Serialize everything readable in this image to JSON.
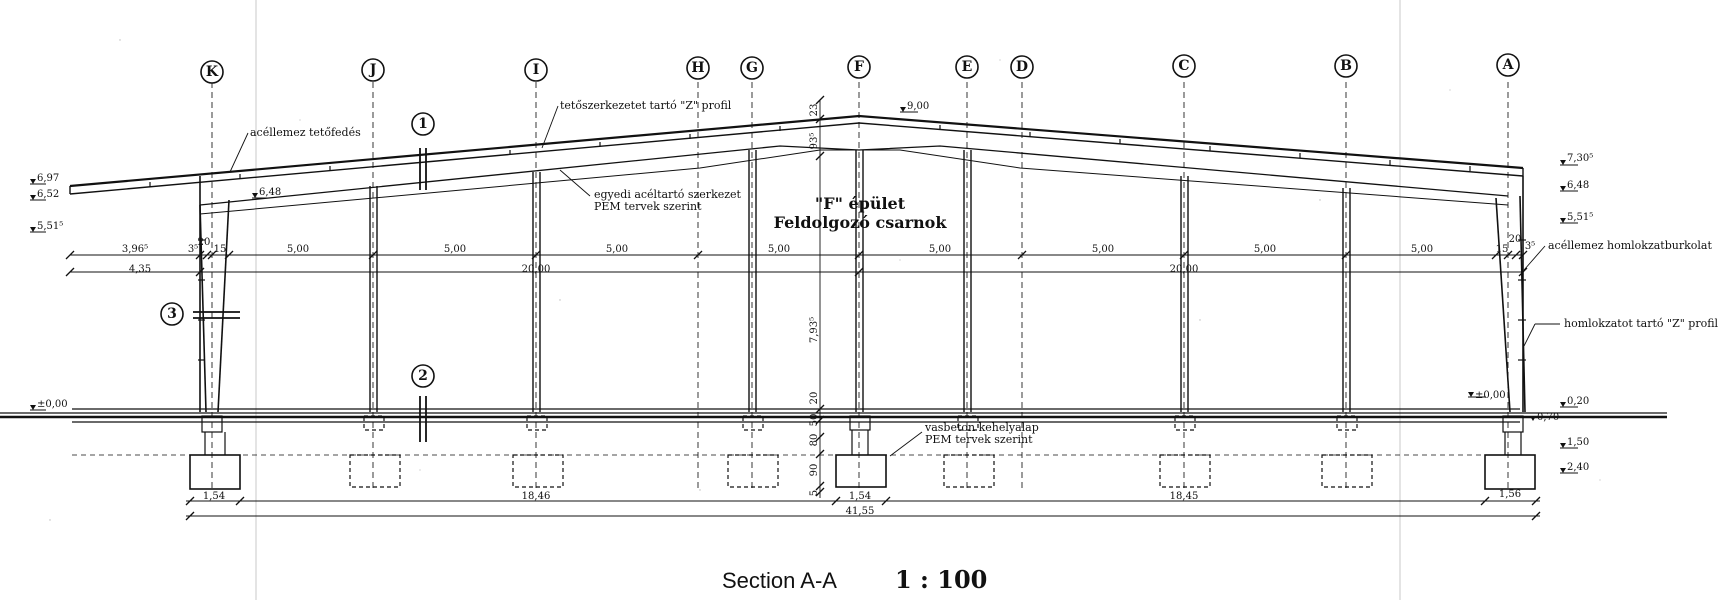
{
  "axes": [
    {
      "label": "K"
    },
    {
      "label": "J"
    },
    {
      "label": "I"
    },
    {
      "label": "H"
    },
    {
      "label": "G"
    },
    {
      "label": "F"
    },
    {
      "label": "E"
    },
    {
      "label": "D"
    },
    {
      "label": "C"
    },
    {
      "label": "B"
    },
    {
      "label": "A"
    }
  ],
  "details": [
    {
      "label": "1"
    },
    {
      "label": "2"
    },
    {
      "label": "3"
    }
  ],
  "building": {
    "name": "\"F\" épület",
    "subtitle": "Feldolgozó csarnok"
  },
  "notes": {
    "roof": "acéllemez tetőfedés",
    "zprofile_roof": "tetőszerkezetet tartó \"Z\" profil",
    "steel_line1": "egyedi acéltartó szerkezet",
    "steel_line2": "PEM tervek szerint",
    "facade_cladding": "acéllemez homlokzatburkolat",
    "zprofile_facade": "homlokzatot tartó \"Z\" profil",
    "foundation_line1": "vasbeton kehelyalap",
    "foundation_line2": "PEM tervek szerint"
  },
  "levels_left": [
    "6,97",
    "6,52",
    "5,51⁵",
    "±0,00"
  ],
  "levels_inner": [
    "6,48",
    "9,00",
    "±0,00"
  ],
  "levels_right": [
    "7,30⁵",
    "6,48",
    "5,51⁵",
    "0,20",
    "0,70",
    "1,50",
    "2,40"
  ],
  "dims_row1": [
    "3,96⁵",
    "3⁵",
    "20",
    "15",
    "5,00",
    "5,00",
    "5,00",
    "5,00",
    "5,00",
    "5,00",
    "5,00",
    "5,00",
    "15",
    "20",
    "3⁵"
  ],
  "dims_row2": [
    "4,35",
    "20,00",
    "20,00"
  ],
  "dims_bottom1": [
    "1,54",
    "18,46",
    "1,54",
    "18,45",
    "1,56"
  ],
  "dims_bottom2": [
    "41,55"
  ],
  "dims_vertical": [
    "23",
    "93⁵",
    "7,93⁵",
    "20",
    "50",
    "80",
    "90",
    "5"
  ],
  "caption": {
    "section": "Section A-A",
    "scale": "1 : 100"
  }
}
